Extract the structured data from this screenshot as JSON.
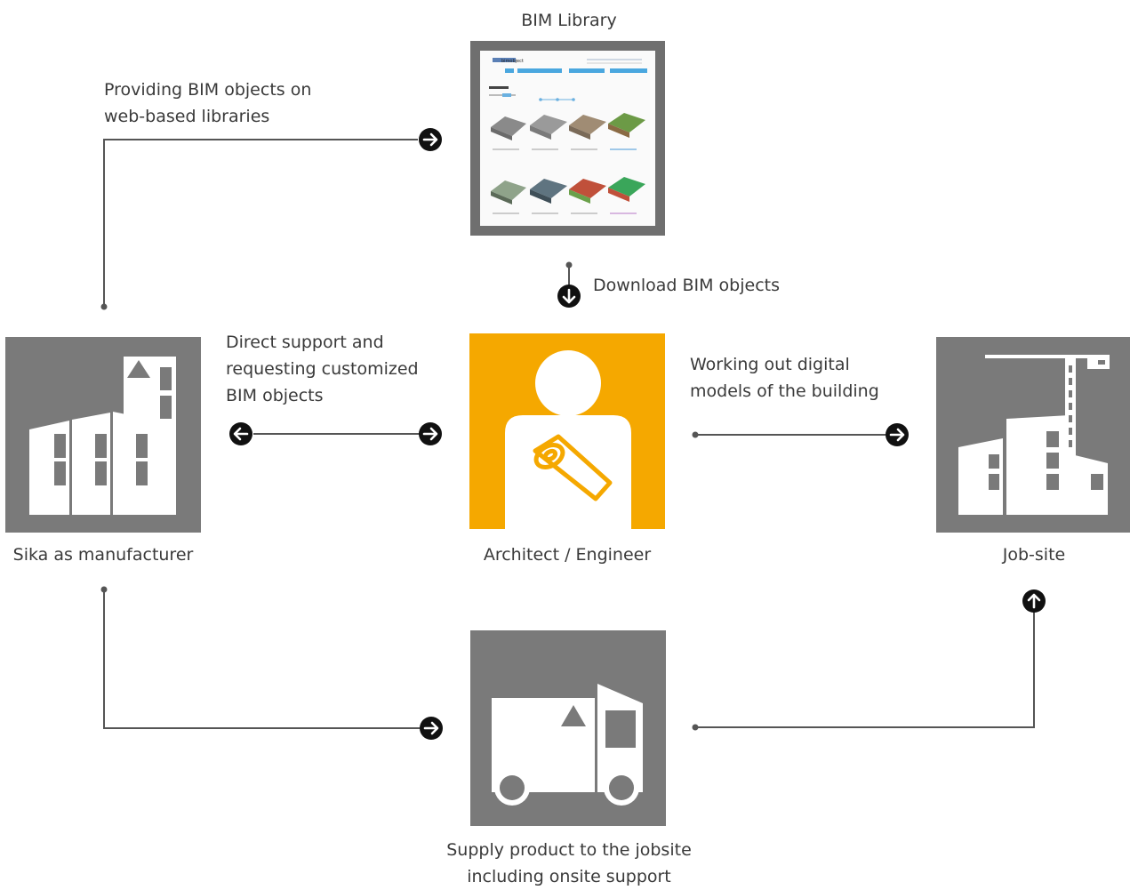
{
  "nodes": {
    "bim_library": {
      "label": "BIM Library"
    },
    "sika": {
      "label": "Sika as manufacturer"
    },
    "architect": {
      "label": "Architect / Engineer"
    },
    "jobsite": {
      "label": "Job-site"
    },
    "supply": {
      "label_line1": "Supply product to the jobsite",
      "label_line2": "including onsite support"
    }
  },
  "edges": {
    "providing": {
      "line1": "Providing BIM objects on",
      "line2": "web-based libraries"
    },
    "download": {
      "label": "Download BIM objects"
    },
    "direct": {
      "line1": "Direct support and",
      "line2": "requesting customized",
      "line3": "BIM objects"
    },
    "working": {
      "line1": "Working out digital",
      "line2": "models of the building"
    }
  },
  "library_thumb": {
    "logo": "bimobject"
  },
  "colors": {
    "tile_grey": "#7a7a7a",
    "tile_orange": "#f5a800",
    "line": "#555555",
    "arrow": "#111111"
  },
  "icons": [
    "factory-icon",
    "architect-person-icon",
    "construction-crane-icon",
    "delivery-truck-icon",
    "arrow-right-icon",
    "arrow-left-icon",
    "arrow-down-icon",
    "arrow-up-icon"
  ]
}
